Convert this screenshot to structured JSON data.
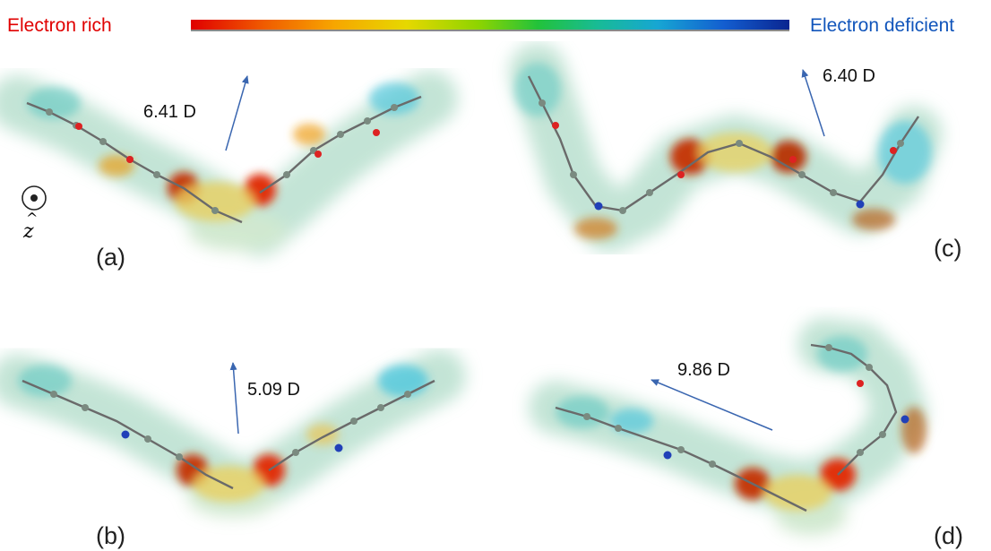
{
  "colorbar": {
    "left_label": "Electron rich",
    "right_label": "Electron deficient",
    "left_color": "#e00000",
    "right_color": "#1155bb"
  },
  "panels": [
    {
      "id": "a",
      "label": "(a)",
      "dipole": "6.41 D"
    },
    {
      "id": "b",
      "label": "(b)",
      "dipole": "5.09 D"
    },
    {
      "id": "c",
      "label": "(c)",
      "dipole": "6.40 D"
    },
    {
      "id": "d",
      "label": "(d)",
      "dipole": "9.86 D"
    }
  ],
  "axis_indicator": {
    "symbol": "z",
    "icon": "out-of-plane-axis-icon"
  },
  "colors": {
    "arrow": "#3a66b0",
    "surface_neutral": "#b6e0cc",
    "surface_rich": "#d8481a",
    "surface_def": "#35b8d8"
  }
}
